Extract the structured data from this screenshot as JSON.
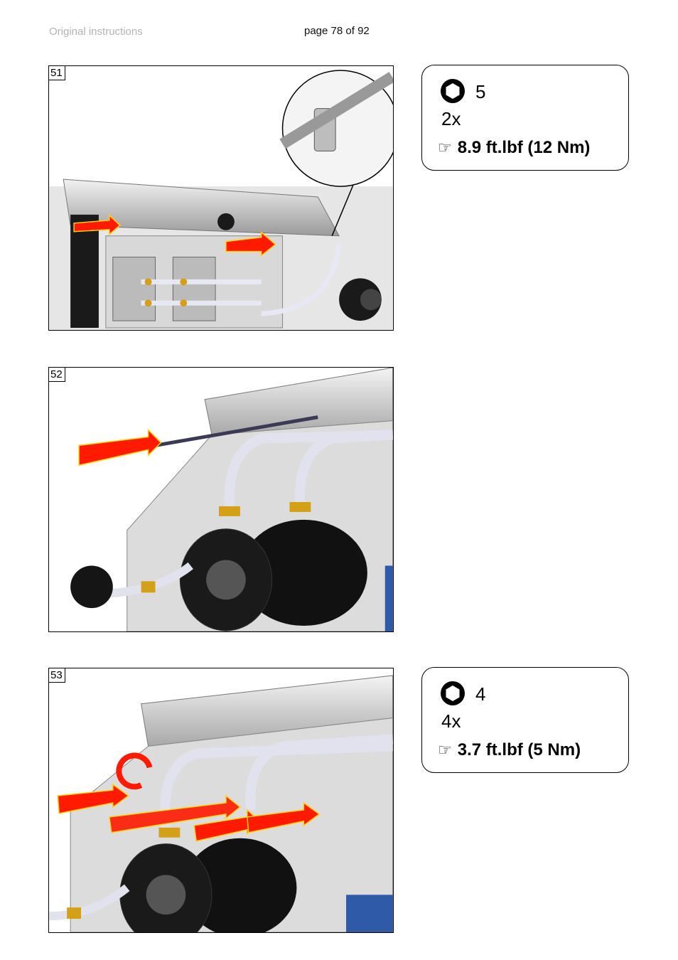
{
  "header": {
    "left": "Original instructions",
    "center": "page 78 of 92"
  },
  "figures": [
    {
      "number": "51"
    },
    {
      "number": "52"
    },
    {
      "number": "53"
    }
  ],
  "specs": [
    {
      "icon": "hex-socket-icon",
      "size": "5",
      "quantity": "2x",
      "pointer": "☞",
      "torque": "8.9 ft.lbf (12 Nm)"
    },
    {
      "icon": "hex-socket-icon",
      "size": "4",
      "quantity": "4x",
      "pointer": "☞",
      "torque": "3.7 ft.lbf (5 Nm)"
    }
  ],
  "colors": {
    "arrow": "#ff1a00",
    "arrow_outline": "#ffd400",
    "metal": "#c8c8c8",
    "dark_part": "#111111",
    "brass": "#d4a017",
    "blue_part": "#2f5aa8"
  }
}
